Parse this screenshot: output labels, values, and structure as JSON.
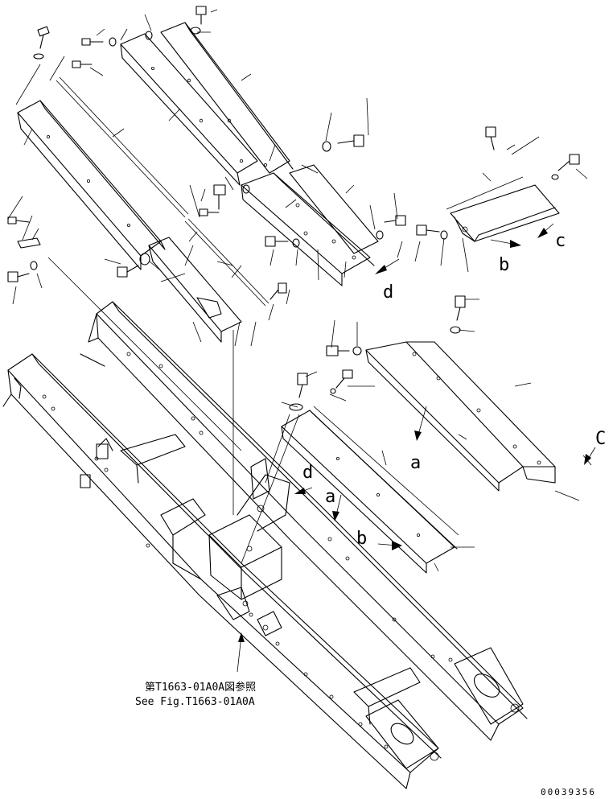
{
  "labels": {
    "a1": "a",
    "a2": "a",
    "b1": "b",
    "b2": "b",
    "c1": "c",
    "c2": "C",
    "d1": "d",
    "d2": "d"
  },
  "reference": {
    "jp": "第T1663-01A0A図参照",
    "en": "See Fig.T1663-01A0A"
  },
  "doc_number": "00039356"
}
